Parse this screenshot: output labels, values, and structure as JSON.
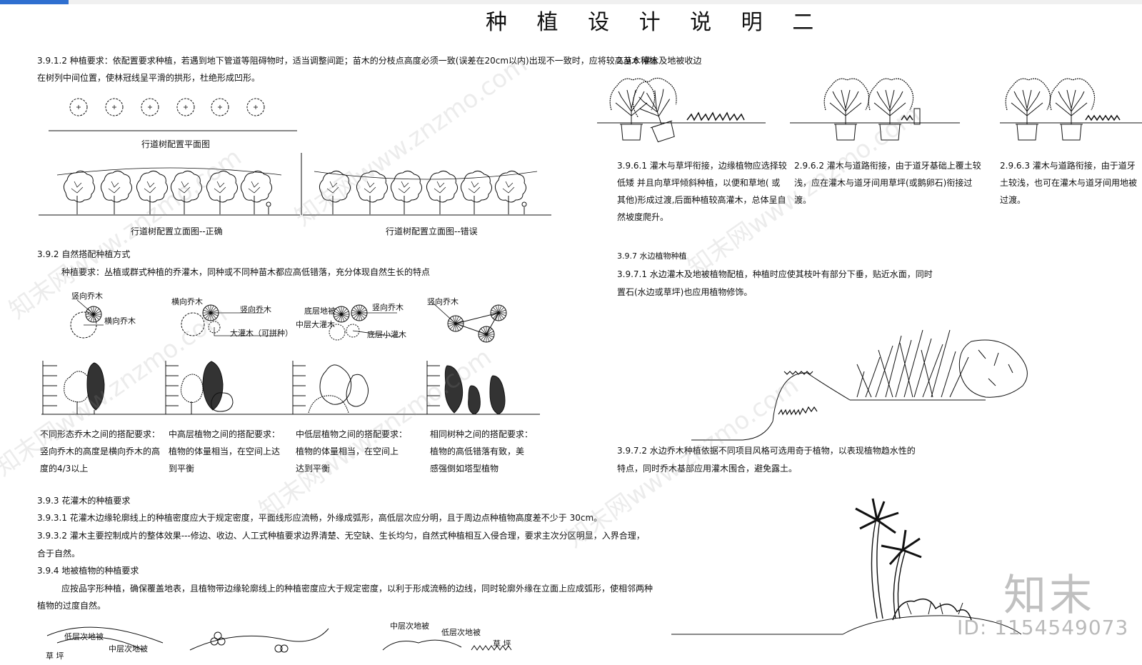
{
  "title": "种 植 设 计 说 明 二",
  "left": {
    "s3912": "3.9.1.2 种植要求：依配置要求种植，若遇到地下管道等阻碍物时，适当调整间距；苗木的分枝点高度必须一致(误差在20cm以内)出现不一致时，应将较高苗木种植",
    "s3912b": "在树列中间位置，使林冠线呈平滑的拱形，杜绝形成凹形。",
    "plan_label": "行道树配置平面图",
    "elev_ok": "行道树配置立面图--正确",
    "elev_bad": "行道树配置立面图--错误",
    "s392": "3.9.2 自然搭配种植方式",
    "s392req": "种植要求：丛植或群式种植的乔灌木，同种或不同种苗木都应高低错落，充分体现自然生长的特点",
    "d1_shu": "竖向乔木",
    "d1_heng": "横向乔木",
    "d2_heng": "横向乔木",
    "d2_shu": "竖向乔木",
    "d2_da": "大灌木（可拼种）",
    "d3_di": "底层地被",
    "d3_shu": "竖向乔木",
    "d3_zhong": "中层大灌木",
    "d3_xiao": "底层小灌木",
    "d4_shu": "竖向乔木",
    "c1": [
      "不同形态乔木之间的搭配要求：",
      "竖向乔木的高度是横向乔木的高",
      "度的4/3以上"
    ],
    "c2": [
      "中高层植物之间的搭配要求：",
      "植物的体量相当，在空间上达",
      "到平衡"
    ],
    "c3": [
      "中低层植物之间的搭配要求：",
      "植物的体量相当，在空间上",
      "达到平衡"
    ],
    "c4": [
      "相同树种之间的搭配要求：",
      "植物的高低错落有致，美",
      "感强倒如塔型植物"
    ],
    "s393": "3.9.3 花灌木的种植要求",
    "s3931": "3.9.3.1 花灌木边缘轮廓线上的种植密度应大于规定密度，平面线形应流畅，外缘成弧形，高低层次应分明，且于周边点种植物高度差不少于 30cm。",
    "s3932": "3.9.3.2 灌木主要控制成片的整体效果---修边、收边、人工式种植要求边界清楚、无空缺、生长均匀，自然式种植相互入侵合理，要求主次分区明显，入界合理，",
    "s3932b": "合于自然。",
    "s394": "3.9.4 地被植物的种植要求",
    "s394a": "应按品字形种植，确保覆盖地表，且植物带边缘轮廓线上的种植密度应大于规定密度，以利于形成流畅的边线，同时轮廓外缘在立面上应成弧形，使相邻两种",
    "s394b": "植物的过度自然。",
    "b1": "低层次地被",
    "b2": "中层次地被",
    "b3": "草  坪",
    "b4": "中层次地被",
    "b5": "低层次地被",
    "b6": "草  坪"
  },
  "right": {
    "s296": "2.9.6 灌木及地被收边",
    "s2961": [
      "3.9.6.1 灌木与草坪衔接，边缘植物应选择较",
      "低矮 并且向草坪倾斜种植，以便和草地( 或",
      "其他)形成过渡,后面种植较高灌木，总体呈自",
      "然坡度爬升。"
    ],
    "s2962": [
      "2.9.6.2 灌木与道路衔接，由于道牙基础上覆土较",
      "浅，应在灌木与道牙间用草坪(或鹅卵石)衔接过",
      "渡。"
    ],
    "s2963": [
      "2.9.6.3 灌木与道路衔接，由于道牙",
      "土较浅，也可在灌木与道牙间用地被",
      "过渡。"
    ],
    "s397": "3.9.7 水边植物种植",
    "s3971": "3.9.7.1 水边灌木及地被植物配植，种植时应使其枝叶有部分下垂，贴近水面，同时",
    "s3971b": "置石(水边或草坪)也应用植物修饰。",
    "s3972": "3.9.7.2 水边乔木种植依据不同项目风格可选用奇于植物，以表现植物趋水性的",
    "s3972b": "特点，同时乔木基部应用灌木围合，避免露土。"
  },
  "watermark": {
    "logo": "知末",
    "id": "ID: 1154549073",
    "text": "知末网www.znzmo.com"
  }
}
